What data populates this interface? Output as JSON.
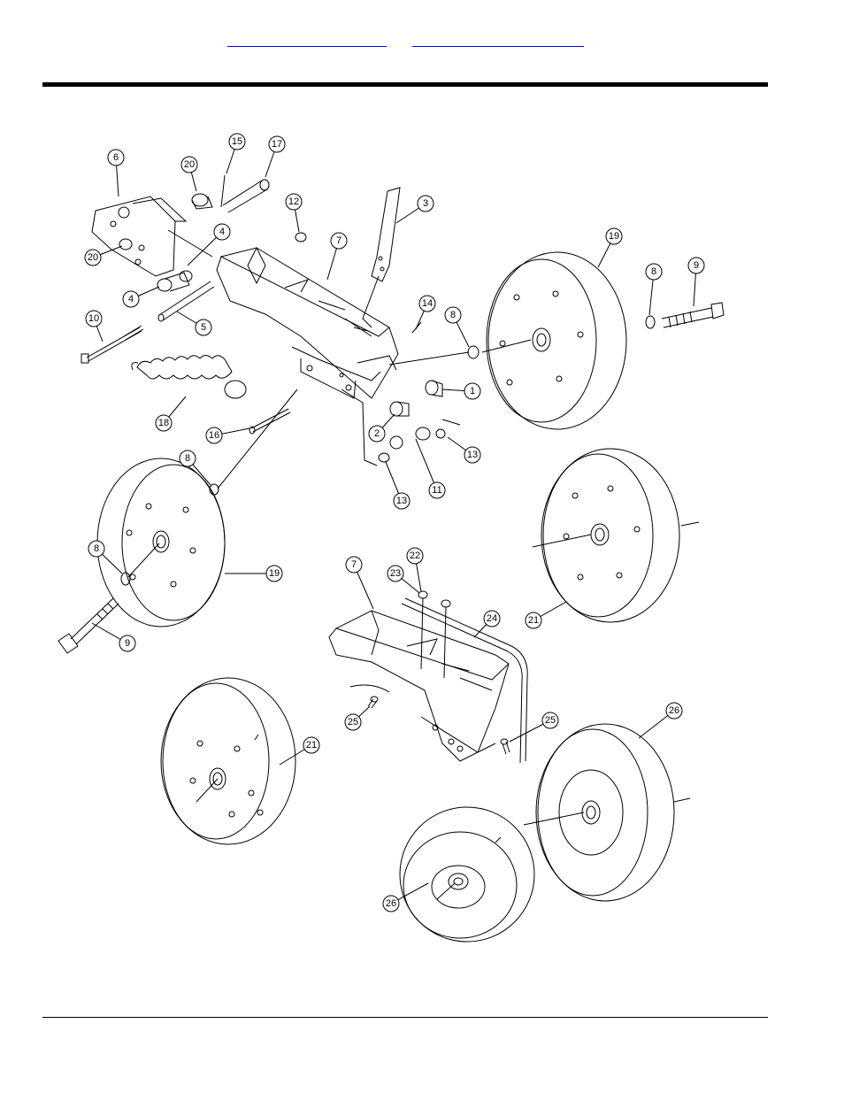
{
  "header": {
    "link_left": "",
    "link_right": ""
  },
  "callouts": [
    "1",
    "2",
    "3",
    "4",
    "4",
    "5",
    "6",
    "7",
    "7",
    "8",
    "8",
    "8",
    "8",
    "9",
    "9",
    "10",
    "11",
    "12",
    "13",
    "13",
    "14",
    "15",
    "16",
    "17",
    "18",
    "19",
    "19",
    "20",
    "20",
    "21",
    "21",
    "22",
    "23",
    "24",
    "25",
    "25",
    "26",
    "26"
  ]
}
